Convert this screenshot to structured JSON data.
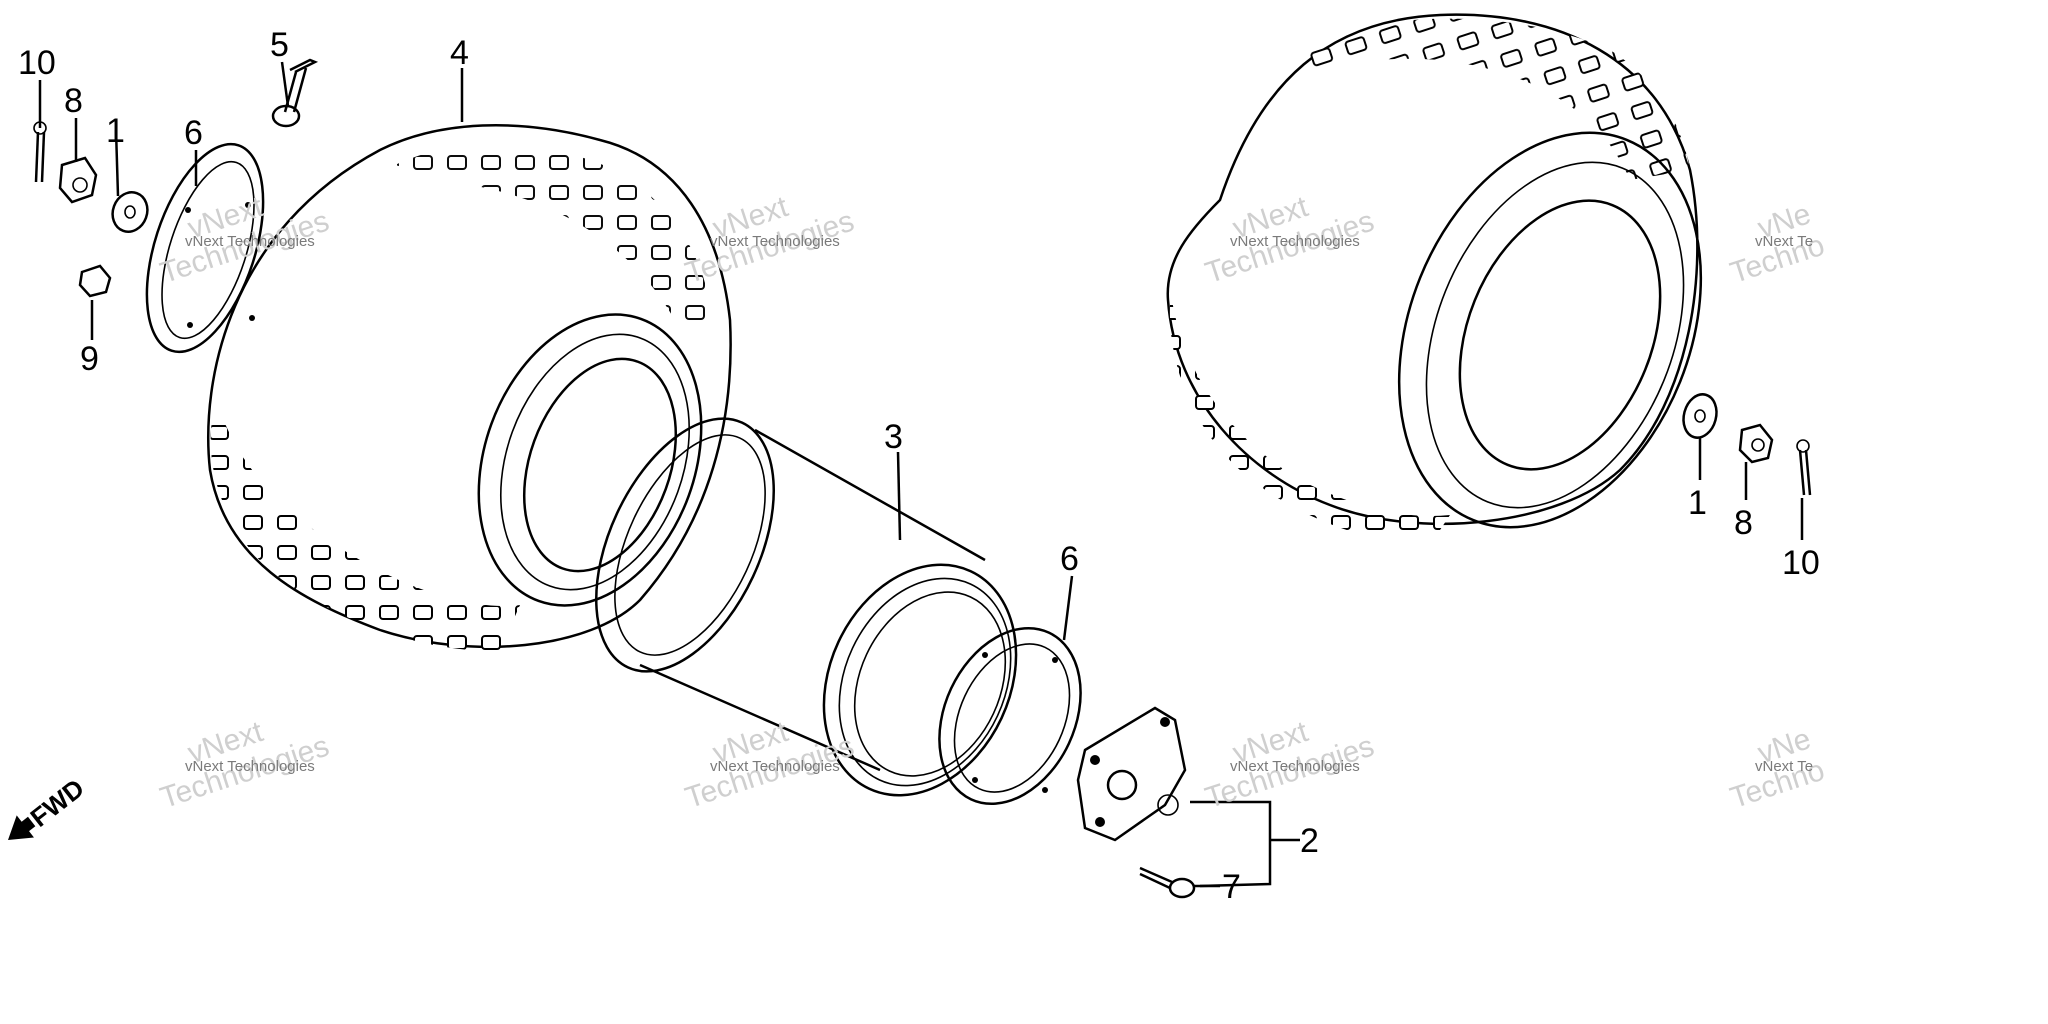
{
  "callouts": {
    "left_10": "10",
    "left_8": "8",
    "left_1": "1",
    "left_6": "6",
    "left_5": "5",
    "left_4": "4",
    "left_9": "9",
    "center_3": "3",
    "center_6": "6",
    "center_2": "2",
    "center_7": "7",
    "right_1": "1",
    "right_8": "8",
    "right_10": "10"
  },
  "direction_label": "FWD",
  "watermark": {
    "small": "vNext Technologies",
    "big_line1": "vNext",
    "big_line2": "Technologies",
    "cut_small": "vNext Te",
    "cut_big1": "vNe",
    "cut_big2": "Techno"
  }
}
